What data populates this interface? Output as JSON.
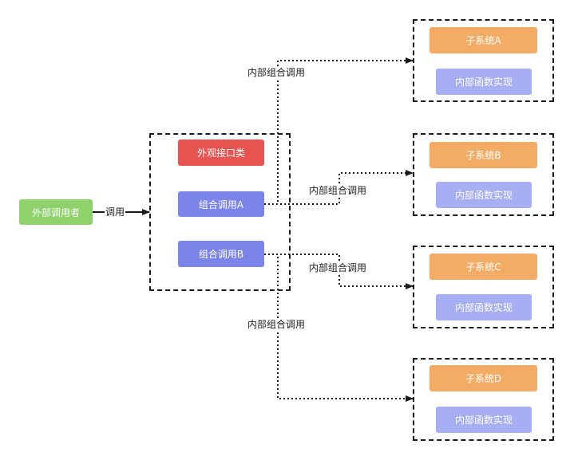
{
  "colors": {
    "caller": "#8fd16a",
    "facade": "#e85451",
    "compose": "#7b84e8",
    "subsystem": "#f2ac66",
    "impl": "#a7aef2",
    "line": "#1a1a1a"
  },
  "external_caller": {
    "label": "外部调用者"
  },
  "call_label": "调用",
  "facade": {
    "class_label": "外观接口类",
    "compose_a": "组合调用A",
    "compose_b": "组合调用B"
  },
  "subsystems": [
    {
      "title": "子系统A",
      "impl": "内部函数实现"
    },
    {
      "title": "子系统B",
      "impl": "内部函数实现"
    },
    {
      "title": "子系统C",
      "impl": "内部函数实现"
    },
    {
      "title": "子系统D",
      "impl": "内部函数实现"
    }
  ],
  "internal_call_label": "内部组合调用"
}
